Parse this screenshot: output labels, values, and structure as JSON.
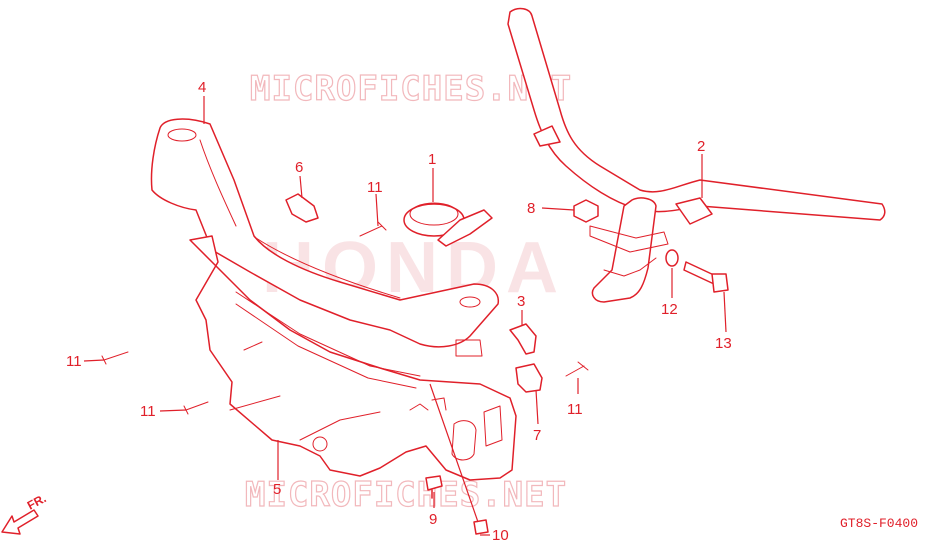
{
  "watermark_top": "MICROFICHES.NET",
  "watermark_bottom": "MICROFICHES.NET",
  "brand_mark": "HONDA",
  "diagram_code": "GT8S-F0400",
  "direction_label": "FR.",
  "accent_color": "#e0202a",
  "callouts": {
    "c1": "1",
    "c2": "2",
    "c3": "3",
    "c4": "4",
    "c5": "5",
    "c6": "6",
    "c7": "7",
    "c8": "8",
    "c9": "9",
    "c10": "10",
    "c11a": "11",
    "c11b": "11",
    "c11c": "11",
    "c11d": "11",
    "c12": "12",
    "c13": "13"
  }
}
